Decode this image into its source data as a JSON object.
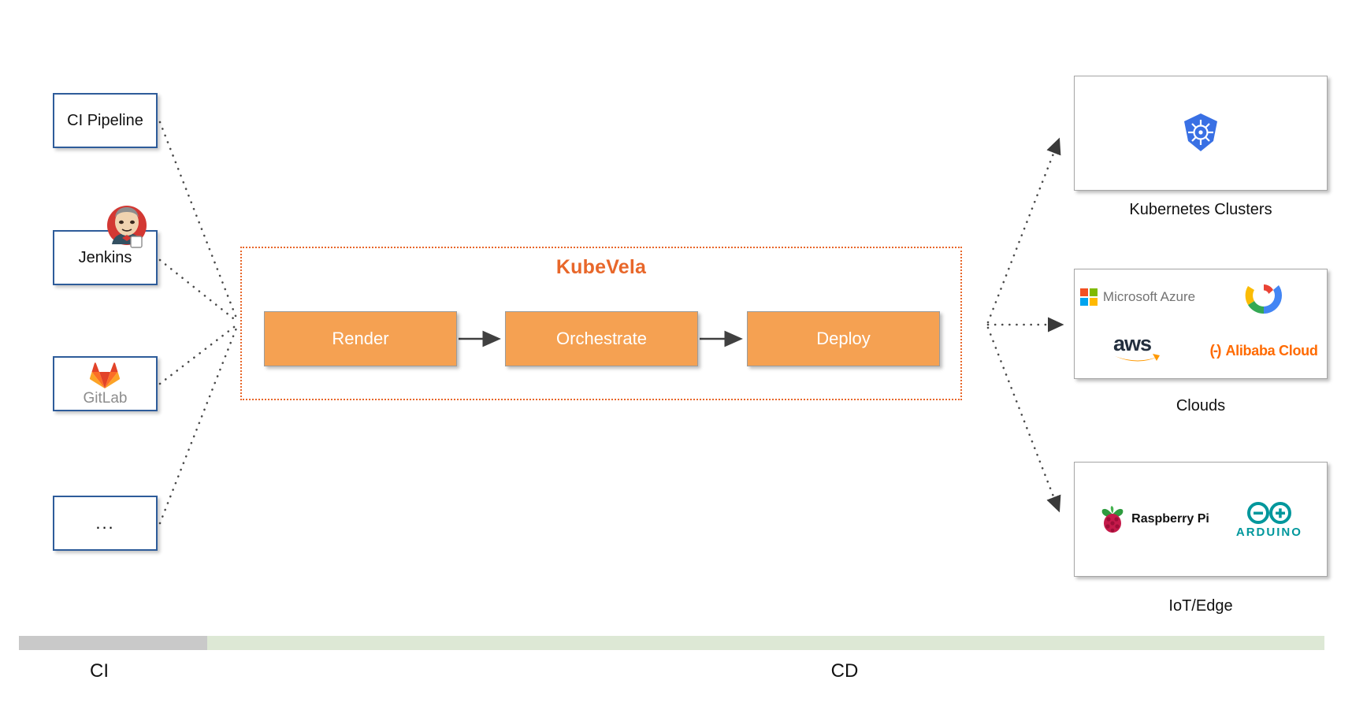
{
  "diagram": {
    "title": "KubeVela CI/CD pipeline overview",
    "accent_color": "#e8672a",
    "stage_color": "#F5A152",
    "source_border_color": "#2e5c9a",
    "ci_band_color": "#c9c9c9",
    "cd_band_color": "#dde8d5"
  },
  "sources": [
    {
      "id": "ci-pipeline",
      "label": "CI Pipeline",
      "icon": ""
    },
    {
      "id": "jenkins",
      "label": "Jenkins",
      "icon": "jenkins-butler-icon"
    },
    {
      "id": "gitlab",
      "label": "GitLab",
      "icon": "gitlab-fox-icon"
    },
    {
      "id": "more",
      "label": "...",
      "icon": ""
    }
  ],
  "kubevela": {
    "title": "KubeVela",
    "stages": [
      {
        "id": "render",
        "label": "Render"
      },
      {
        "id": "orchestrate",
        "label": "Orchestrate"
      },
      {
        "id": "deploy",
        "label": "Deploy"
      }
    ]
  },
  "targets": [
    {
      "id": "kubernetes-clusters",
      "label": "Kubernetes Clusters",
      "logos": [
        {
          "name": "kubernetes-helm-icon",
          "text": ""
        }
      ]
    },
    {
      "id": "clouds",
      "label": "Clouds",
      "logos": [
        {
          "name": "microsoft-azure-icon",
          "text": "Microsoft Azure"
        },
        {
          "name": "google-cloud-icon",
          "text": ""
        },
        {
          "name": "aws-icon",
          "text": "aws"
        },
        {
          "name": "alibaba-cloud-icon",
          "text": "Alibaba Cloud",
          "mark": "(-)"
        }
      ]
    },
    {
      "id": "iot-edge",
      "label": "IoT/Edge",
      "logos": [
        {
          "name": "raspberry-pi-icon",
          "text": "Raspberry Pi"
        },
        {
          "name": "arduino-icon",
          "text": "ARDUINO"
        }
      ]
    }
  ],
  "bands": [
    {
      "id": "ci",
      "label": "CI"
    },
    {
      "id": "cd",
      "label": "CD"
    }
  ]
}
